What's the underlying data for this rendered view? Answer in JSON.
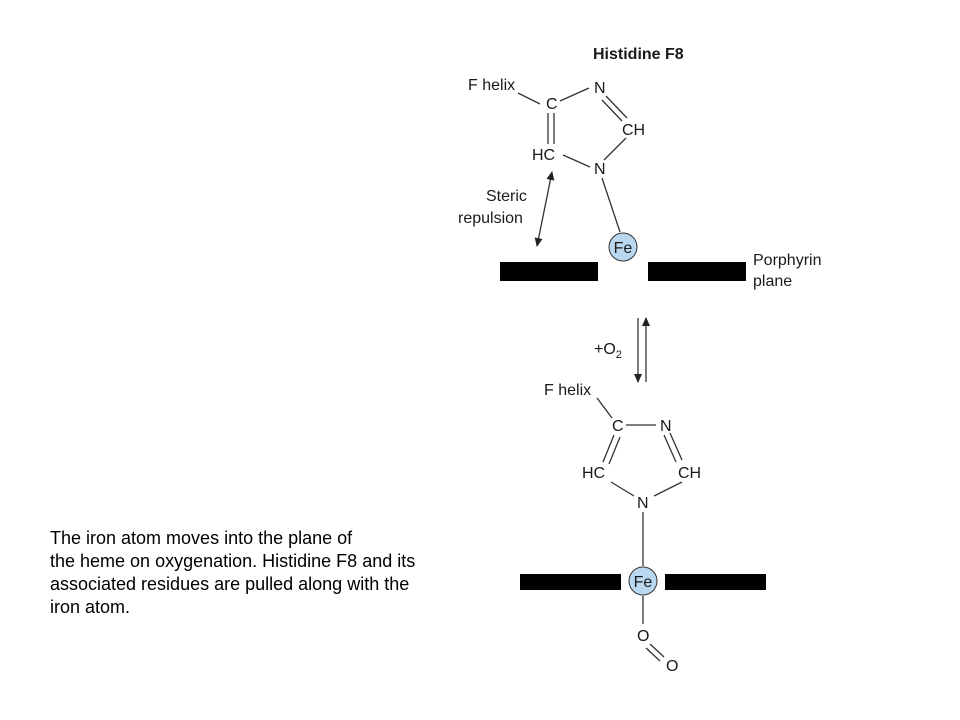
{
  "top": {
    "title": "Histidine F8",
    "f_helix": "F helix",
    "atom_c": "C",
    "atom_n1": "N",
    "atom_ch": "CH",
    "atom_hc": "HC",
    "atom_n2": "N",
    "steric_line1": "Steric",
    "steric_line2": "repulsion",
    "fe": "Fe",
    "porphyrin_line1": "Porphyrin",
    "porphyrin_line2": "plane"
  },
  "equilibrium": {
    "reagent": "+O",
    "subscript": "2"
  },
  "bottom": {
    "f_helix": "F helix",
    "atom_c": "C",
    "atom_n1": "N",
    "atom_hc": "HC",
    "atom_ch": "CH",
    "atom_n2": "N",
    "fe": "Fe",
    "o1": "O",
    "o2": "O"
  },
  "caption": {
    "line1": "The iron atom moves into the plane of",
    "line2": "the heme on oxygenation. Histidine F8 and its",
    "line3": "associated residues are pulled along with the",
    "line4": "iron atom."
  },
  "colors": {
    "fe_fill": "#b9d7ee",
    "plane": "#000000"
  }
}
